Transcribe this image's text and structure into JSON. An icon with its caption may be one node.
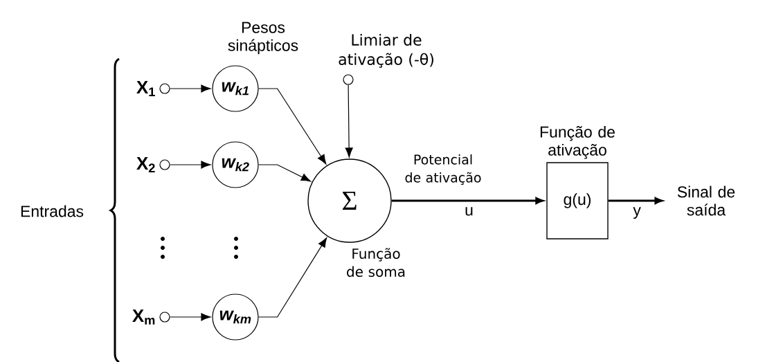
{
  "diagram": {
    "nodes": [
      {
        "text": [
          "X$_{1}$"
        ]
      },
      {
        "text": [
          "X$_{2}$"
        ]
      },
      {
        "text": [
          "X$_{m}$"
        ]
      },
      {
        "text": [
          "w$_{k1}$"
        ]
      },
      {
        "text": [
          "w$_{k2}$"
        ]
      },
      {
        "text": [
          "w$_{km}$"
        ]
      },
      {
        "text": [
          "Limiar de ativação (-θ)"
        ]
      },
      {
        "text": [
          "Σ",
          "Função de soma"
        ]
      },
      {
        "text": [
          "Função de ativação",
          "g(u)"
        ]
      },
      {
        "text": [
          "Sinal de saída"
        ]
      }
    ],
    "edges": [
      {
        "from": 0,
        "to": 3,
        "arrow": "to"
      },
      {
        "from": 1,
        "to": 4,
        "arrow": "to"
      },
      {
        "from": 2,
        "to": 5,
        "arrow": "to"
      },
      {
        "from": 3,
        "to": 7,
        "arrow": "to"
      },
      {
        "from": 4,
        "to": 7,
        "arrow": "to"
      },
      {
        "from": 5,
        "to": 7,
        "arrow": "to"
      },
      {
        "from": 6,
        "to": 7,
        "arrow": "to"
      },
      {
        "from": 7,
        "to": 8,
        "arrow": "to",
        "label": "u",
        "style": "thick"
      },
      {
        "from": 8,
        "to": 9,
        "arrow": "to",
        "label": "y",
        "style": "thick"
      }
    ],
    "labels": [
      "Pesos sinápticos",
      "Entradas",
      "Potencial de ativação"
    ]
  }
}
